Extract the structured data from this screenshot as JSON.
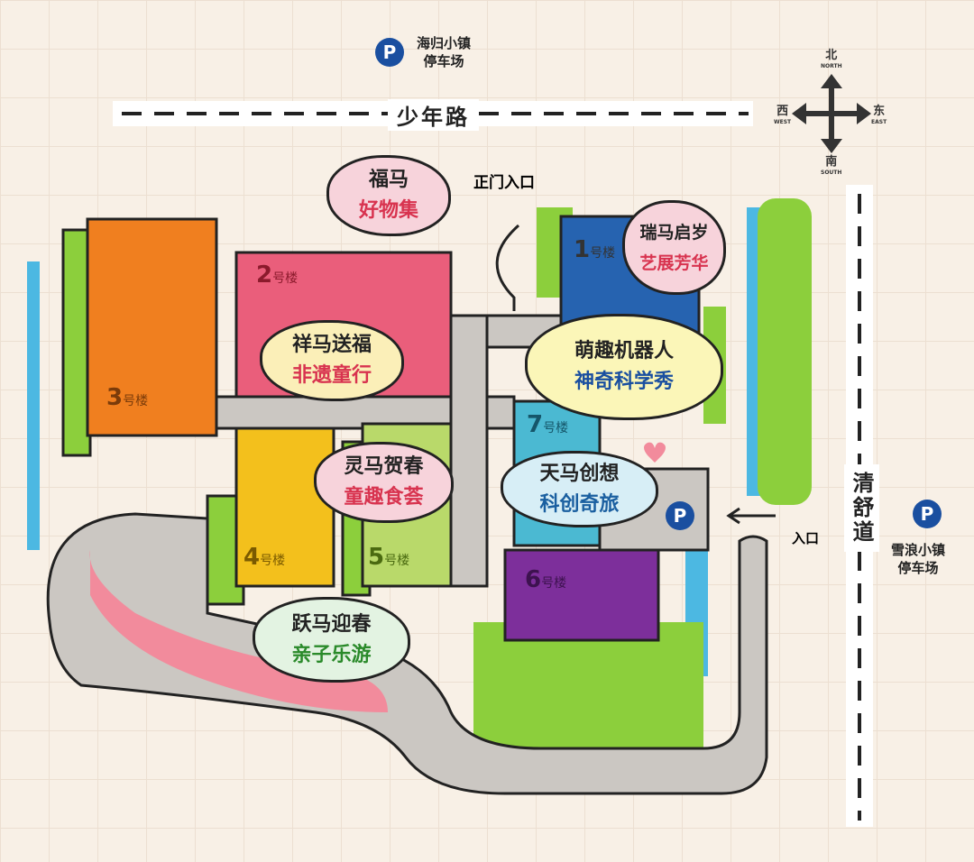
{
  "parking_north": {
    "icon": "P",
    "line1": "海归小镇",
    "line2": "停车场"
  },
  "parking_east": {
    "icon": "P",
    "line1": "雪浪小镇",
    "line2": "停车场"
  },
  "parking_inner": {
    "icon": "P"
  },
  "roads": {
    "north": "少年路",
    "east": "清舒道"
  },
  "compass": {
    "north": "北",
    "north_en": "NORTH",
    "south": "南",
    "south_en": "SOUTH",
    "west": "西",
    "west_en": "WEST",
    "east": "东",
    "east_en": "EAST"
  },
  "entrances": {
    "main": "正门入口",
    "side": "入口"
  },
  "buildings": [
    {
      "num": "1",
      "suffix": "号楼"
    },
    {
      "num": "2",
      "suffix": "号楼"
    },
    {
      "num": "3",
      "suffix": "号楼"
    },
    {
      "num": "4",
      "suffix": "号楼"
    },
    {
      "num": "5",
      "suffix": "号楼"
    },
    {
      "num": "6",
      "suffix": "号楼"
    },
    {
      "num": "7",
      "suffix": "号楼"
    }
  ],
  "bubbles": [
    {
      "line1": "福马",
      "line2": "好物集"
    },
    {
      "line1": "瑞马启岁",
      "line2": "艺展芳华"
    },
    {
      "line1": "祥马送福",
      "line2": "非遗童行"
    },
    {
      "line1": "萌趣机器人",
      "line2": "神奇科学秀"
    },
    {
      "line1": "灵马贺春",
      "line2": "童趣食荟"
    },
    {
      "line1": "天马创想",
      "line2": "科创奇旅"
    },
    {
      "line1": "跃马迎春",
      "line2": "亲子乐游"
    }
  ],
  "colors": {
    "blue": "#1a4fa0",
    "green": "#8ccf3c",
    "water": "#4cb8e2",
    "road": "#cbc7c2"
  }
}
